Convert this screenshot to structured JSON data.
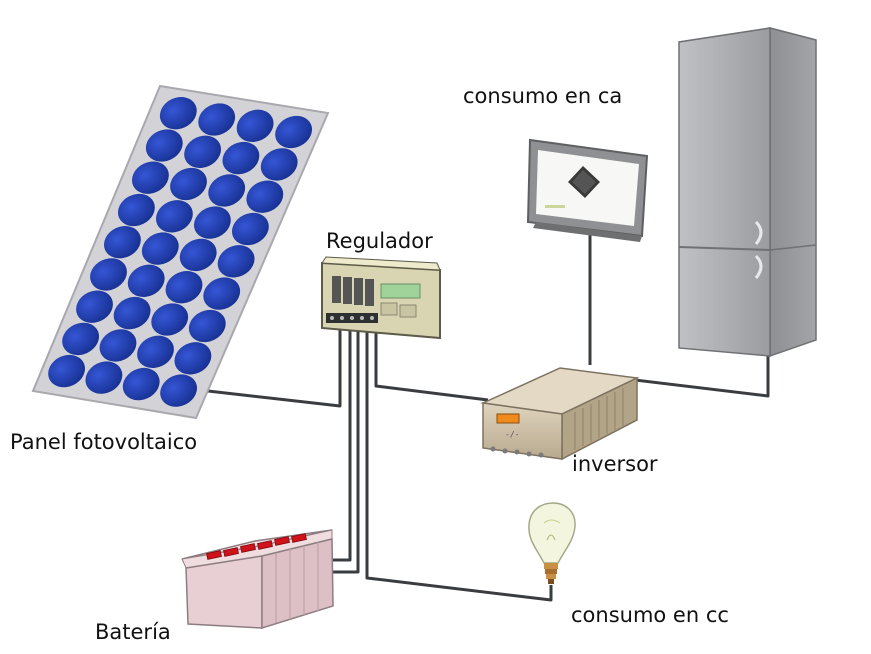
{
  "labels": {
    "ac_load": "consumo en ca",
    "regulator": "Regulador",
    "panel": "Panel fotovoltaico",
    "inverter": "inversor",
    "dc_load": "consumo en cc",
    "battery": "Batería"
  },
  "colors": {
    "panel_cell": "#1f3fb0",
    "panel_frame": "#cfcfd4",
    "wire": "#3a3d40",
    "fridge": "#a9abae",
    "battery_body": "#e8cfd3",
    "battery_cells": "#d0121a",
    "inverter_body": "#cdbfa6",
    "regulator_body": "#d9d5b2",
    "regulator_display": "#9fd39a"
  },
  "icons": [
    "solar-panel",
    "charge-regulator",
    "tv-screen",
    "refrigerator",
    "inverter-box",
    "light-bulb",
    "battery"
  ]
}
